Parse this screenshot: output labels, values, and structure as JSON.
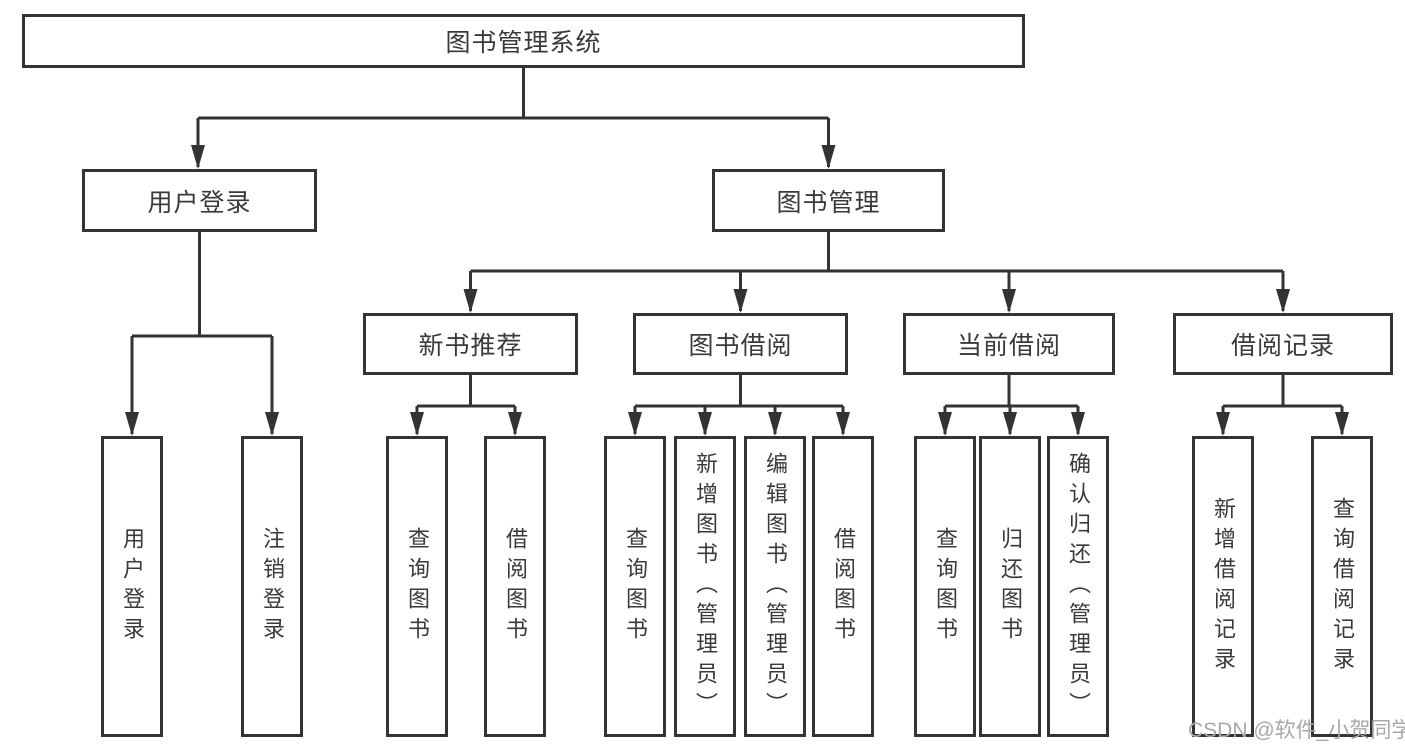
{
  "diagram": {
    "root_label": "图书管理系统",
    "branches": [
      {
        "label": "用户登录",
        "children": [
          {
            "label": "用户登录"
          },
          {
            "label": "注销登录"
          }
        ]
      },
      {
        "label": "图书管理",
        "sections": [
          {
            "label": "新书推荐",
            "children": [
              {
                "label": "查询图书"
              },
              {
                "label": "借阅图书"
              }
            ]
          },
          {
            "label": "图书借阅",
            "children": [
              {
                "label": "查询图书"
              },
              {
                "label": "新增图书（管理员）"
              },
              {
                "label": "编辑图书（管理员）"
              },
              {
                "label": "借阅图书"
              }
            ]
          },
          {
            "label": "当前借阅",
            "children": [
              {
                "label": "查询图书"
              },
              {
                "label": "归还图书"
              },
              {
                "label": "确认归还（管理员）"
              }
            ]
          },
          {
            "label": "借阅记录",
            "children": [
              {
                "label": "新增借阅记录"
              },
              {
                "label": "查询借阅记录"
              }
            ]
          }
        ]
      }
    ]
  },
  "watermark": {
    "text": "CSDN @软件_小贺同学",
    "color": "#a8a8a8"
  },
  "colors": {
    "line": "#333333",
    "box_border": "#333333",
    "text": "#3a3a3a",
    "background": "#ffffff"
  }
}
